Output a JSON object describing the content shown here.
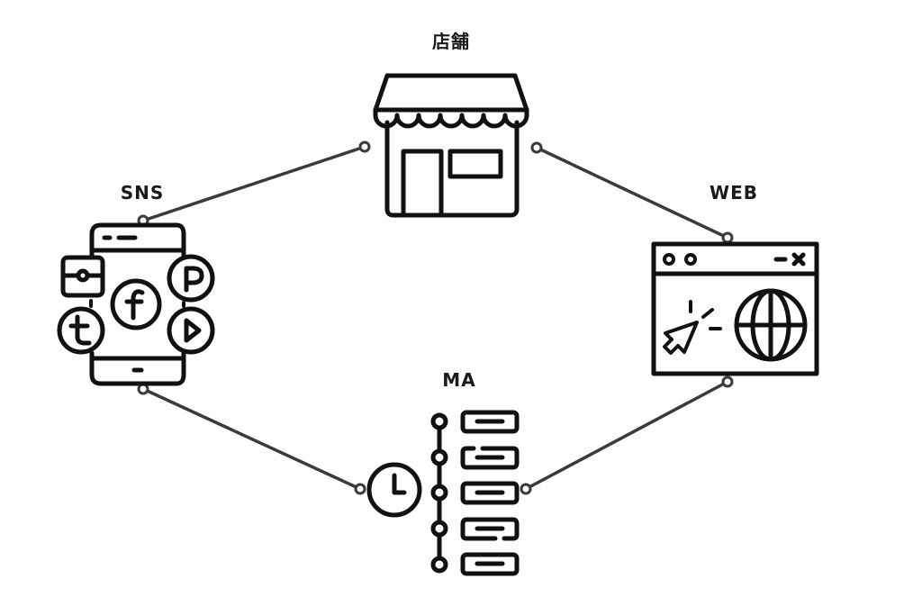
{
  "diagram": {
    "title": "",
    "nodes": [
      {
        "id": "store",
        "label": "店舗",
        "icon": "storefront-icon"
      },
      {
        "id": "sns",
        "label": "SNS",
        "icon": "smartphone-social-apps-icon"
      },
      {
        "id": "web",
        "label": "WEB",
        "icon": "browser-window-globe-icon"
      },
      {
        "id": "ma",
        "label": "MA",
        "icon": "clock-timeline-icon"
      }
    ],
    "edges": [
      {
        "from": "sns",
        "to": "store"
      },
      {
        "from": "store",
        "to": "web"
      },
      {
        "from": "sns",
        "to": "ma"
      },
      {
        "from": "web",
        "to": "ma"
      }
    ],
    "sns_apps": {
      "facebook": "f",
      "pinterest": "P",
      "tumblr": "t"
    },
    "colors": {
      "icon_stroke": "#111111",
      "connector": "#3a3a3a",
      "background": "#ffffff"
    }
  }
}
